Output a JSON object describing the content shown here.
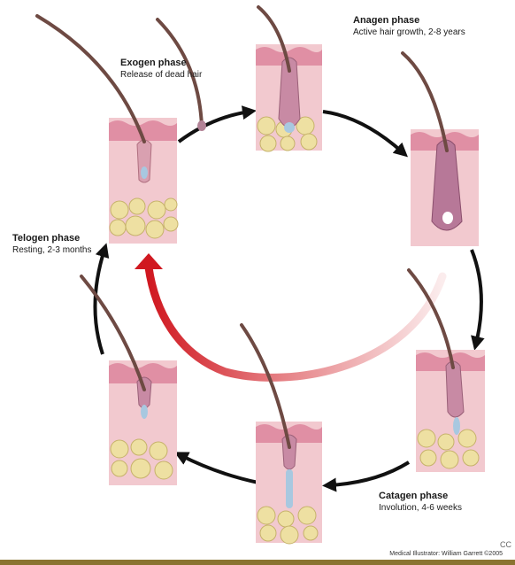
{
  "phases": [
    {
      "id": "exogen",
      "title": "Exogen phase",
      "subtitle": "Release of dead hair"
    },
    {
      "id": "anagen",
      "title": "Anagen phase",
      "subtitle": "Active hair growth, 2-8 years"
    },
    {
      "id": "catagen",
      "title": "Catagen phase",
      "subtitle": "Involution, 4-6 weeks"
    },
    {
      "id": "telogen",
      "title": "Telogen phase",
      "subtitle": "Resting, 2-3 months"
    }
  ],
  "credit": "Medical Illustrator: William Garrett ©2005",
  "cc_mark": "CC",
  "colors": {
    "skin": "#f2c9cf",
    "epidermis": "#e08fa4",
    "fat": "#eee0a2",
    "fat_stroke": "#c6b26a",
    "hair": "#6e4a43",
    "follicle_blue": "#a8c8e0",
    "cycle_arrow": "#111111",
    "return_arrow": "#d01820",
    "bottom_bar": "#8a7330"
  }
}
